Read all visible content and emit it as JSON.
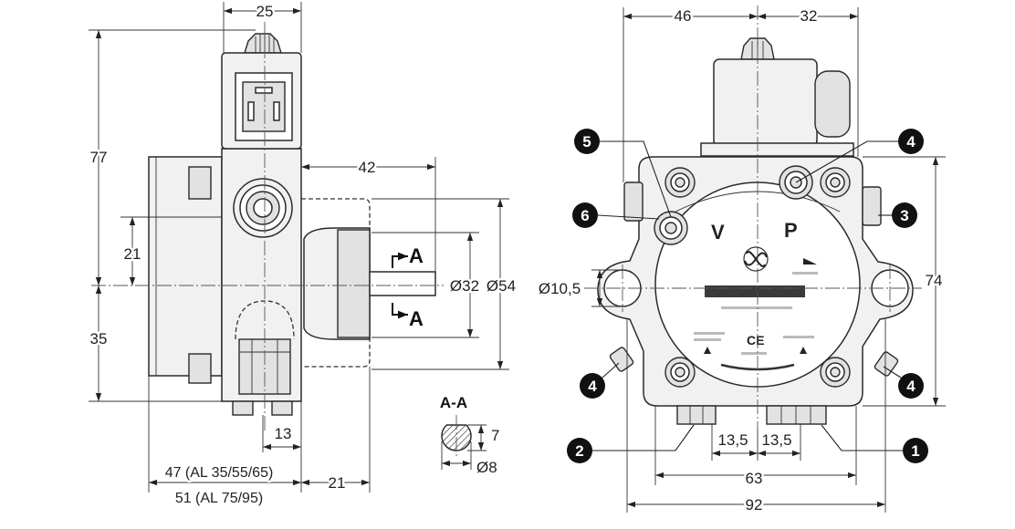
{
  "colors": {
    "line": "#2a2a2a",
    "callout_fill": "#111111",
    "callout_text": "#ffffff"
  },
  "left_view": {
    "dim_25": "25",
    "dim_77": "77",
    "dim_21_vertical": "21",
    "dim_35": "35",
    "dim_42": "42",
    "section_mark_top": "A",
    "section_mark_bottom": "A",
    "dia_32": "Ø32",
    "dia_54": "Ø54",
    "dim_13": "13",
    "dim_47": "47 (AL 35/55/65)",
    "dim_51": "51 (AL 75/95)",
    "dim_21_horizontal": "21"
  },
  "section": {
    "title": "A-A",
    "dim_7": "7",
    "dia_8": "Ø8"
  },
  "right_view": {
    "dim_46": "46",
    "dim_32": "32",
    "dia_10_5": "Ø10,5",
    "dim_74": "74",
    "dim_13_5_left": "13,5",
    "dim_13_5_right": "13,5",
    "dim_63": "63",
    "dim_92": "92",
    "face_label_v": "V",
    "face_label_p": "P",
    "face_mark_ce": "CE"
  },
  "callouts": [
    "5",
    "4",
    "6",
    "3",
    "4",
    "4",
    "2",
    "1"
  ]
}
